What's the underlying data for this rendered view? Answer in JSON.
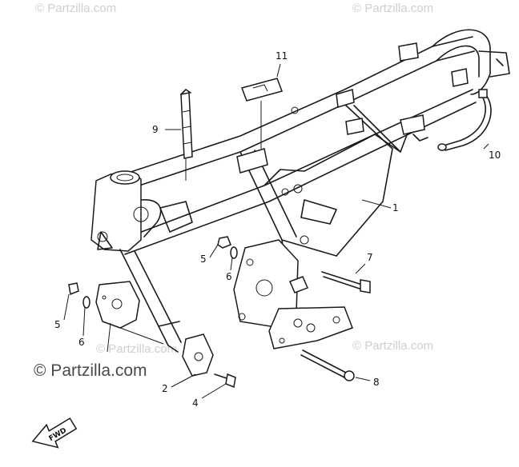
{
  "watermarks": {
    "top_left": "© Partzilla.com",
    "top_right": "© Partzilla.com",
    "mid_left": "© Partzilla.com",
    "bottom_right": "© Partzilla.com",
    "bottom_left": "© Partzilla.com"
  },
  "callouts": {
    "c1": "1",
    "c2": "2",
    "c4": "4",
    "c5a": "5",
    "c5b": "5",
    "c6a": "6",
    "c6b": "6",
    "c7": "7",
    "c8": "8",
    "c9": "9",
    "c10": "10",
    "c11": "11"
  },
  "fwd_label": "FWD"
}
